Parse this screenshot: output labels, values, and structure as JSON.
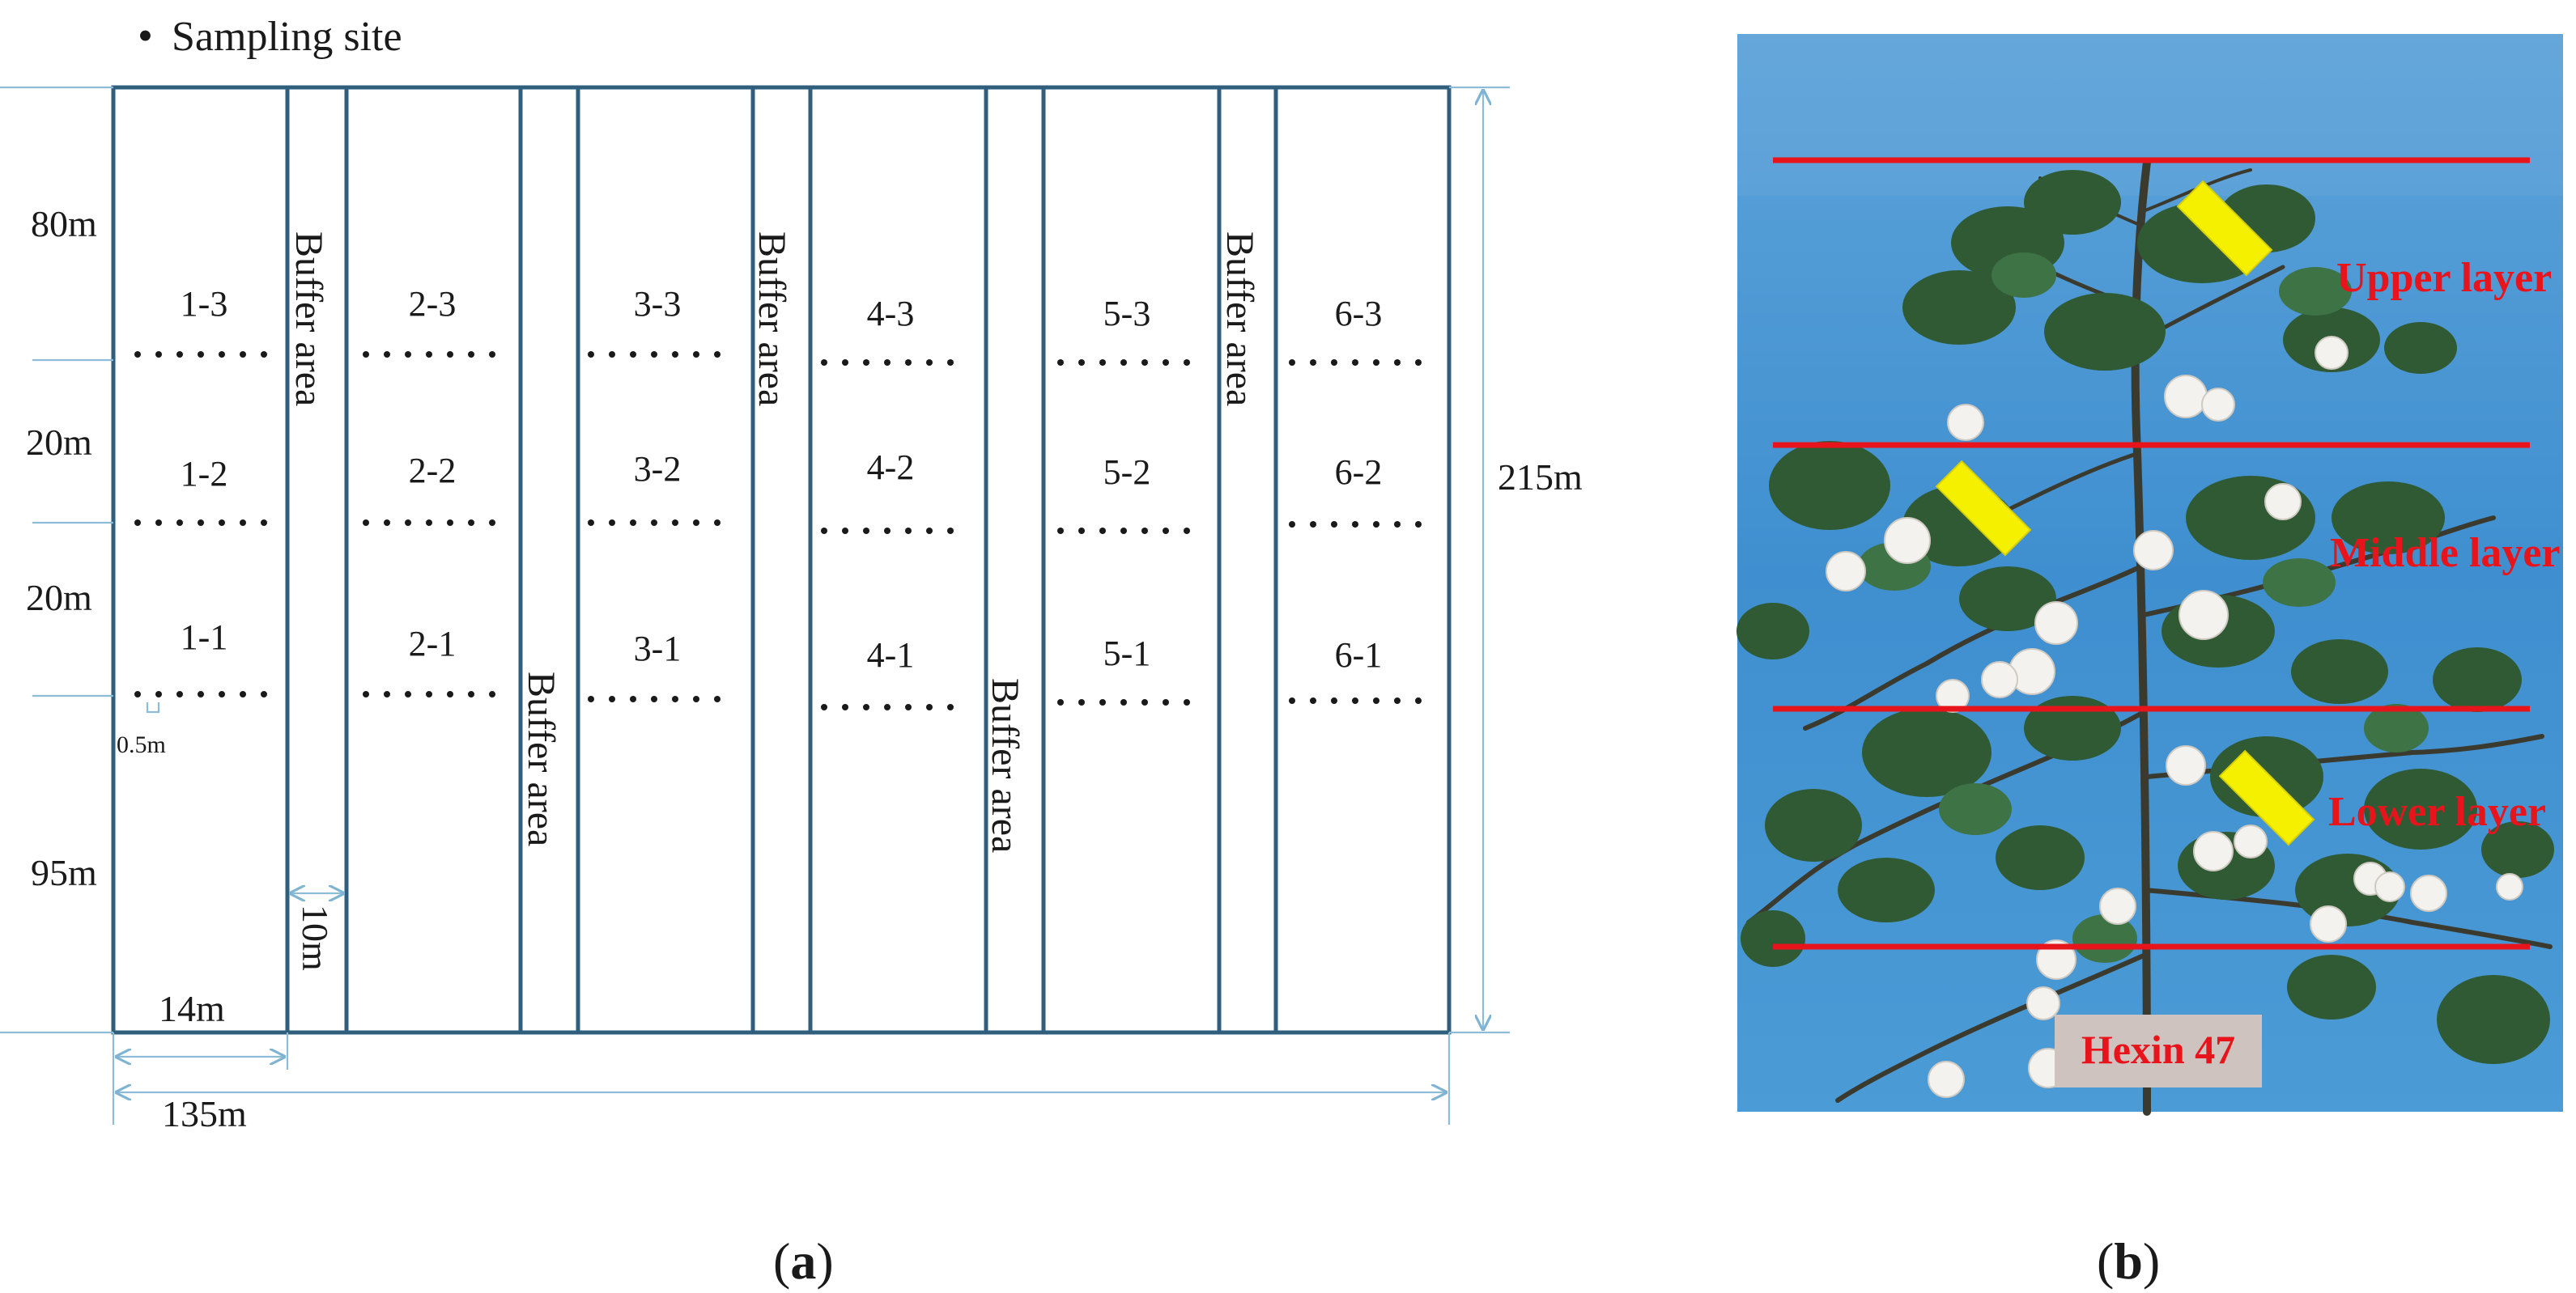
{
  "legend": {
    "bullet": "•",
    "text": "Sampling site"
  },
  "plots": [
    {
      "id": "1",
      "labels": [
        "1-3",
        "1-2",
        "1-1"
      ]
    },
    {
      "id": "2",
      "labels": [
        "2-3",
        "2-2",
        "2-1"
      ]
    },
    {
      "id": "3",
      "labels": [
        "3-3",
        "3-2",
        "3-1"
      ]
    },
    {
      "id": "4",
      "labels": [
        "4-3",
        "4-2",
        "4-1"
      ]
    },
    {
      "id": "5",
      "labels": [
        "5-3",
        "5-2",
        "5-1"
      ]
    },
    {
      "id": "6",
      "labels": [
        "6-3",
        "6-2",
        "6-1"
      ]
    }
  ],
  "buffer_label": "Buffer area",
  "dims": {
    "top": "80m",
    "gap1": "20m",
    "gap2": "20m",
    "bottom": "95m",
    "height": "215m",
    "dot_spacing": "0.5m",
    "buffer_width": "10m",
    "plot_width": "14m",
    "total_width": "135m"
  },
  "photo": {
    "upper": "Upper layer",
    "middle": "Middle layer",
    "lower": "Lower layer",
    "variety": "Hexin 47",
    "sky_color": "#4a97d2",
    "line_color": "#e8141c",
    "marker_color": "#f5ef00"
  },
  "panels": {
    "a": "a",
    "b": "b"
  }
}
